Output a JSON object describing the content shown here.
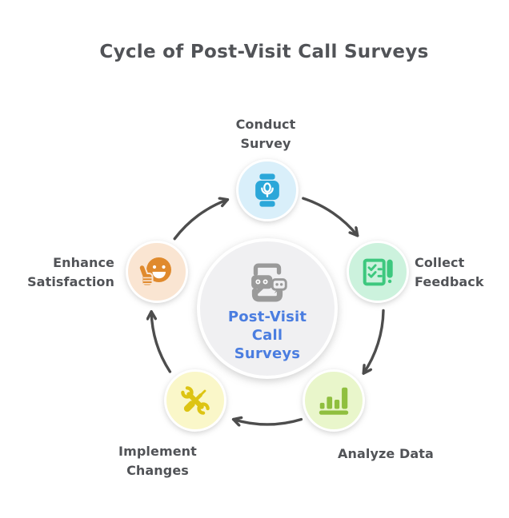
{
  "title": "Cycle of Post-Visit Call Surveys",
  "colors": {
    "background": "#ffffff",
    "title_text": "#515357",
    "label_text": "#515357",
    "arrow": "#4d4d4d"
  },
  "center": {
    "label_lines": [
      "Post-Visit",
      "Call",
      "Surveys"
    ],
    "icon": "chat-bubbles-phone-icon",
    "bg_color": "#f0f0f2",
    "border_color": "#ffffff",
    "text_color": "#4a7de0",
    "icon_color": "#9a9a9a"
  },
  "nodes": [
    {
      "id": "conduct-survey",
      "position": "top",
      "label_lines": [
        "Conduct",
        "Survey"
      ],
      "icon": "smartwatch-mic-icon",
      "circle_color": "#d9effa",
      "icon_color": "#2ba7d9"
    },
    {
      "id": "collect-feedback",
      "position": "right",
      "label_lines": [
        "Collect",
        "Feedback"
      ],
      "icon": "checklist-pen-icon",
      "circle_color": "#ccf2dd",
      "icon_color": "#3dc87e"
    },
    {
      "id": "analyze-data",
      "position": "bottom-right",
      "label_lines": [
        "Analyze Data"
      ],
      "icon": "bar-chart-icon",
      "circle_color": "#e9f6cb",
      "icon_color": "#8fbf3f"
    },
    {
      "id": "implement-changes",
      "position": "bottom-left",
      "label_lines": [
        "Implement",
        "Changes"
      ],
      "icon": "crossed-tools-icon",
      "circle_color": "#faf7c9",
      "icon_color": "#ddc413"
    },
    {
      "id": "enhance-satisfaction",
      "position": "left",
      "label_lines": [
        "Enhance",
        "Satisfaction"
      ],
      "icon": "smiley-thumbs-up-icon",
      "circle_color": "#fae5d2",
      "icon_color": "#e08a2d"
    }
  ],
  "arrows": {
    "direction": "clockwise",
    "count": 5
  }
}
